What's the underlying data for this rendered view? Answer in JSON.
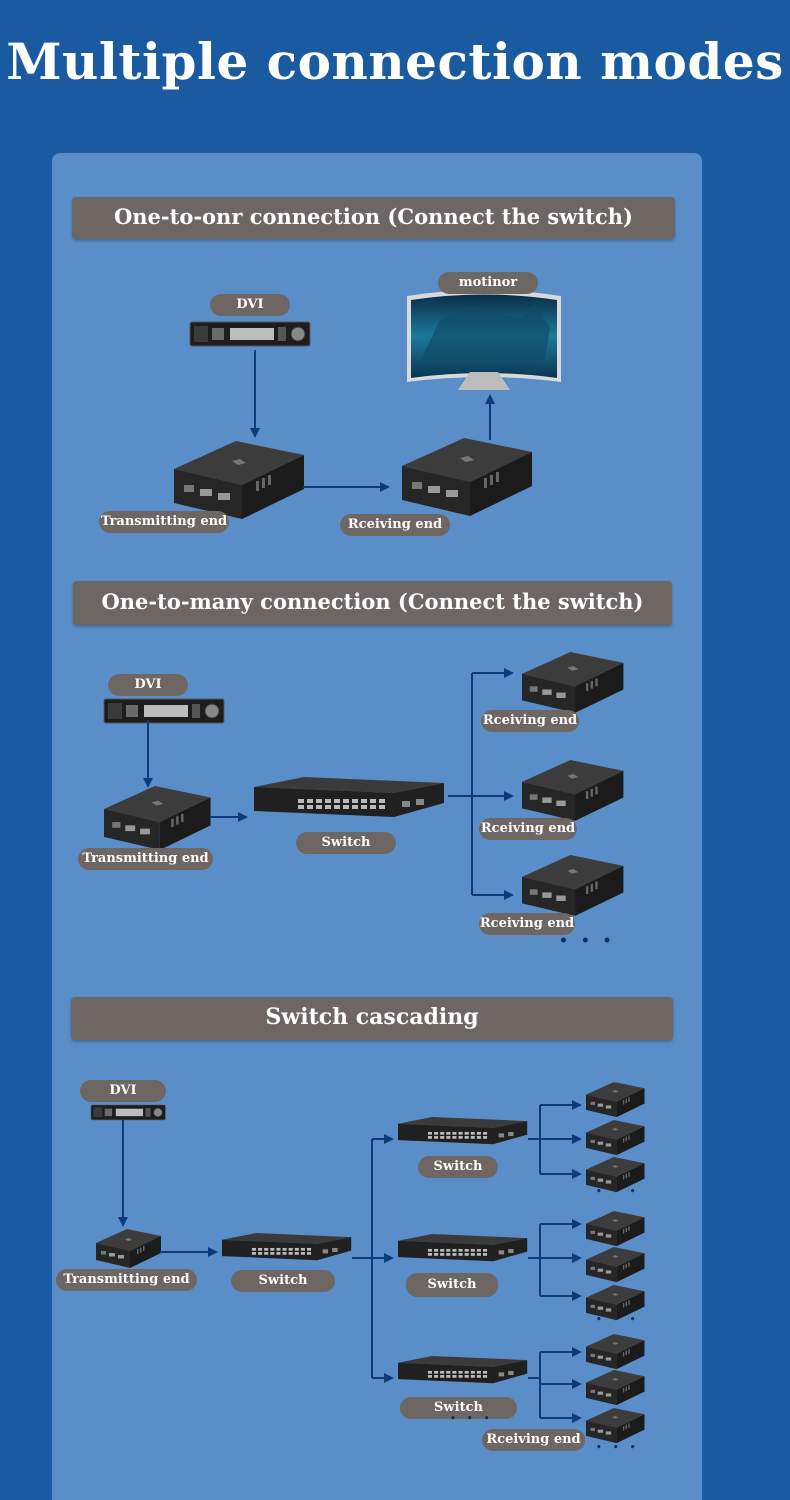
{
  "title": "Multiple connection modes",
  "sections": [
    {
      "heading": "One-to-onr connection (Connect the switch)"
    },
    {
      "heading": "One-to-many connection (Connect the switch)"
    },
    {
      "heading": "Switch cascading"
    }
  ],
  "labels": {
    "dvi": "DVI",
    "monitor": "motinor",
    "transmitting": "Transmitting end",
    "receiving": "Rceiving end",
    "switch": "Switch",
    "more": "• • •"
  },
  "colors": {
    "background": "#1a5aa0",
    "panel": "#5a8ec9",
    "label": "#6e6663",
    "arrow": "#0d3a7a",
    "device": "#2b2b2b"
  },
  "icons": [
    "dvi-source-icon",
    "monitor-icon",
    "extender-icon",
    "network-switch-icon"
  ]
}
